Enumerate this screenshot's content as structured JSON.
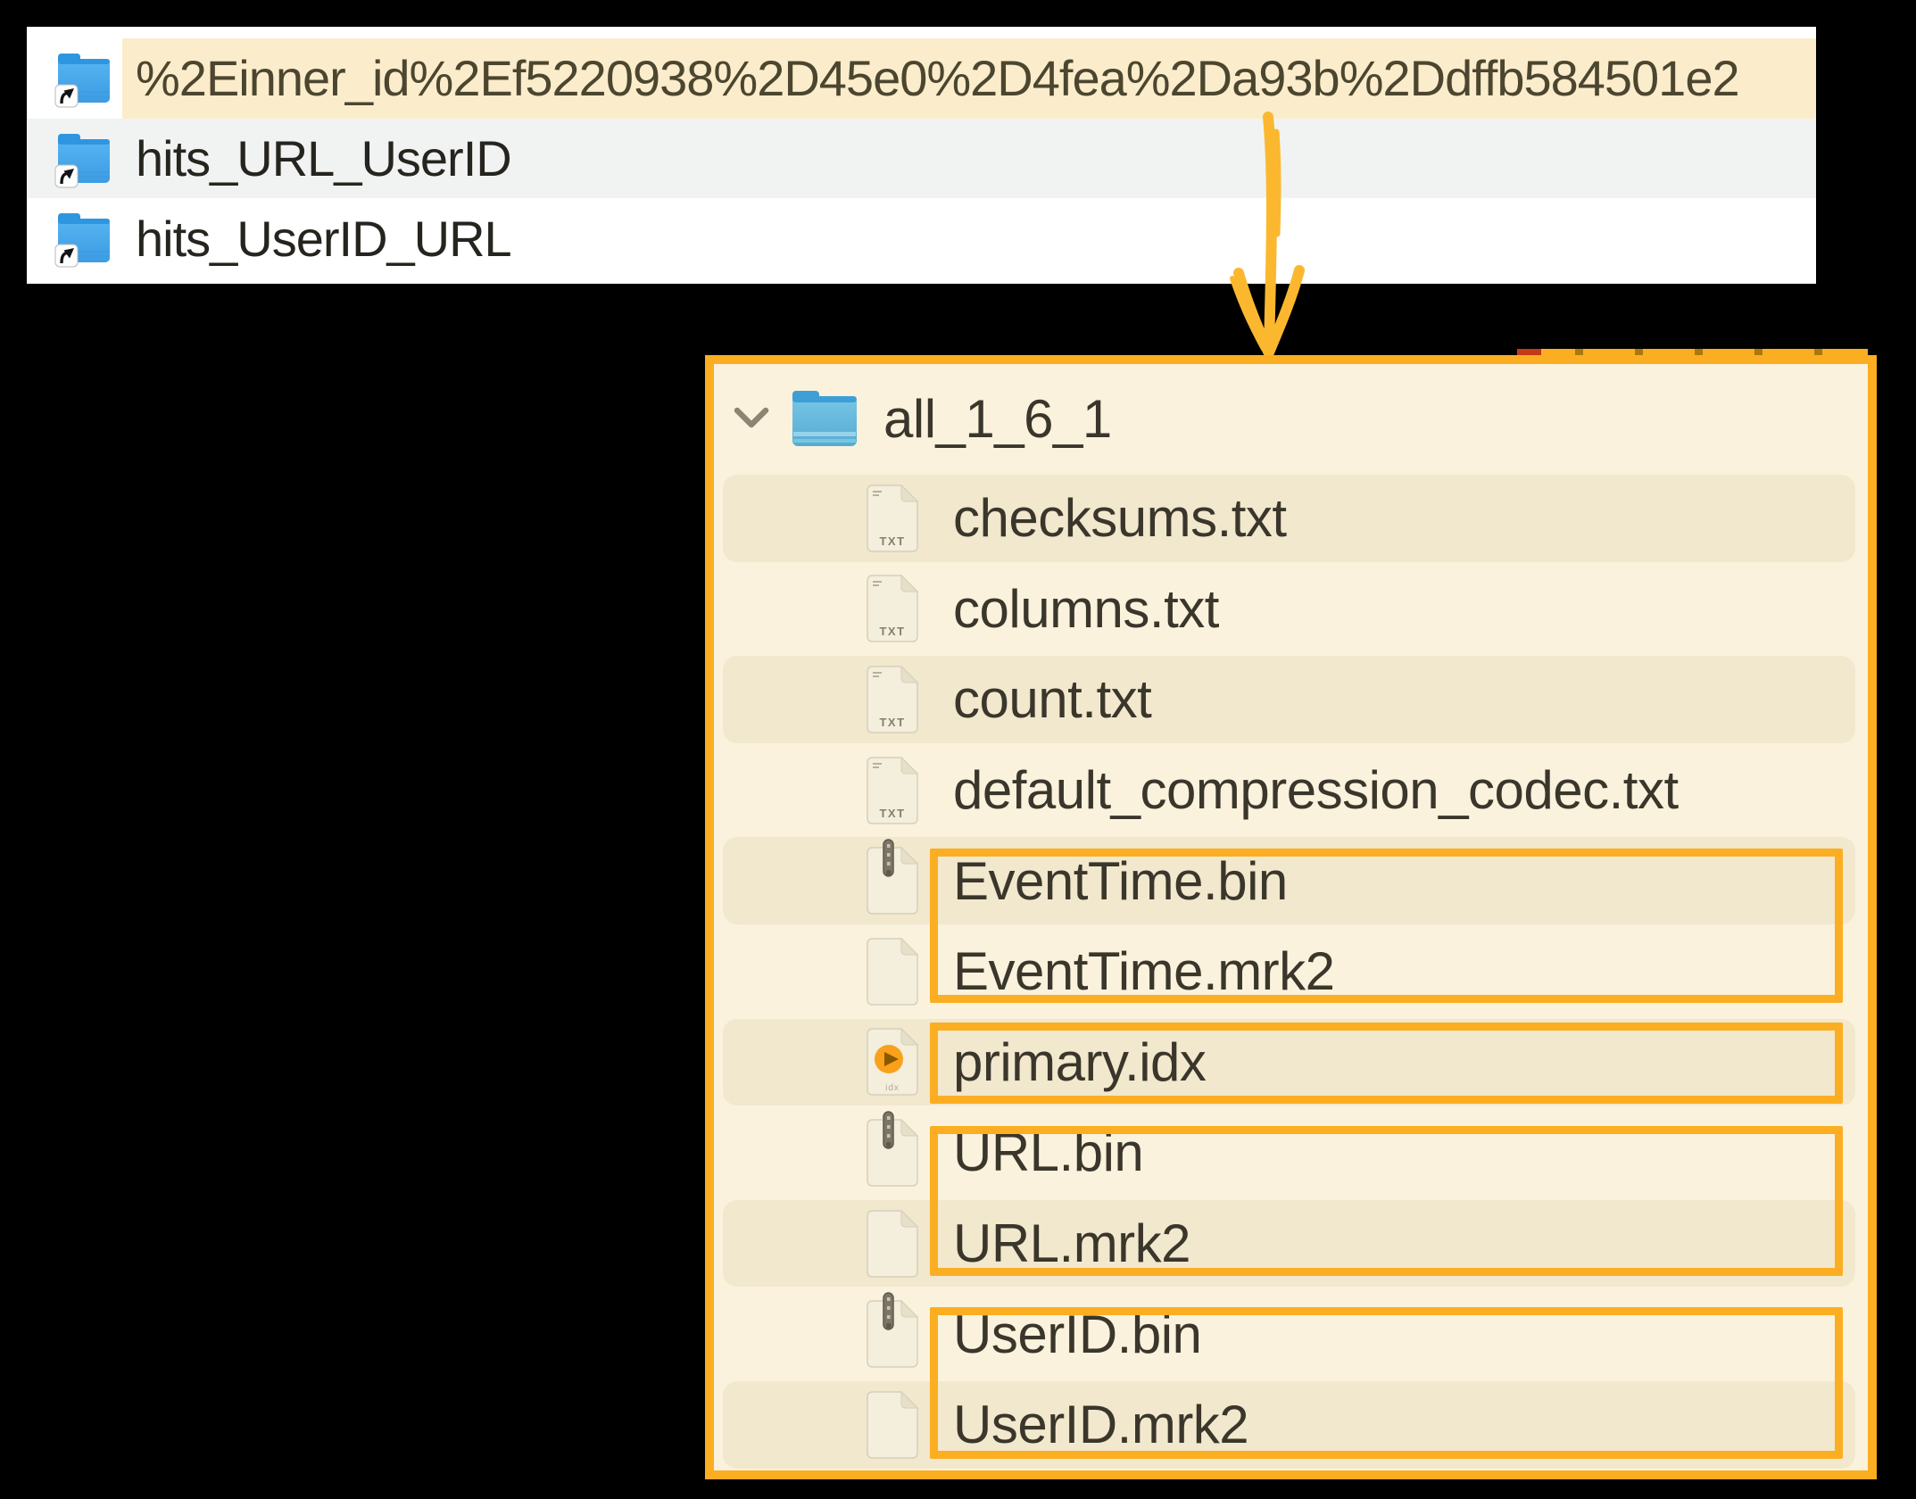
{
  "finder_list": {
    "rows": [
      {
        "label": "%2Einner_id%2Ef5220938%2D45e0%2D4fea%2Da93b%2Ddffb584501e2",
        "highlighted": true,
        "icon": "folder-alias"
      },
      {
        "label": "hits_URL_UserID",
        "highlighted": false,
        "icon": "folder-alias"
      },
      {
        "label": "hits_UserID_URL",
        "highlighted": false,
        "icon": "folder-alias"
      }
    ]
  },
  "tree": {
    "root": {
      "label": "all_1_6_1",
      "expanded": true,
      "icon": "folder"
    },
    "files": [
      {
        "name": "checksums.txt",
        "type": "txt",
        "boxed": false
      },
      {
        "name": "columns.txt",
        "type": "txt",
        "boxed": false
      },
      {
        "name": "count.txt",
        "type": "txt",
        "boxed": false
      },
      {
        "name": "default_compression_codec.txt",
        "type": "txt",
        "boxed": false
      },
      {
        "name": "EventTime.bin",
        "type": "bin",
        "boxed": true
      },
      {
        "name": "EventTime.mrk2",
        "type": "mrk",
        "boxed": true
      },
      {
        "name": "primary.idx",
        "type": "idx",
        "boxed": true
      },
      {
        "name": "URL.bin",
        "type": "bin",
        "boxed": true
      },
      {
        "name": "URL.mrk2",
        "type": "mrk",
        "boxed": true
      },
      {
        "name": "UserID.bin",
        "type": "bin",
        "boxed": true
      },
      {
        "name": "UserID.mrk2",
        "type": "mrk",
        "boxed": true
      }
    ]
  },
  "icons": {
    "file_txt_badge": "TXT",
    "file_idx_badge": "idx"
  },
  "colors": {
    "annotation_orange": "#FBAE21",
    "arrow_orange": "#FBB82F",
    "selection_cream": "#FBEDCB",
    "panel_cream": "#FAF2DC",
    "row_band_cream": "#F1E8CD",
    "alt_row_gray": "#F1F3F3"
  }
}
